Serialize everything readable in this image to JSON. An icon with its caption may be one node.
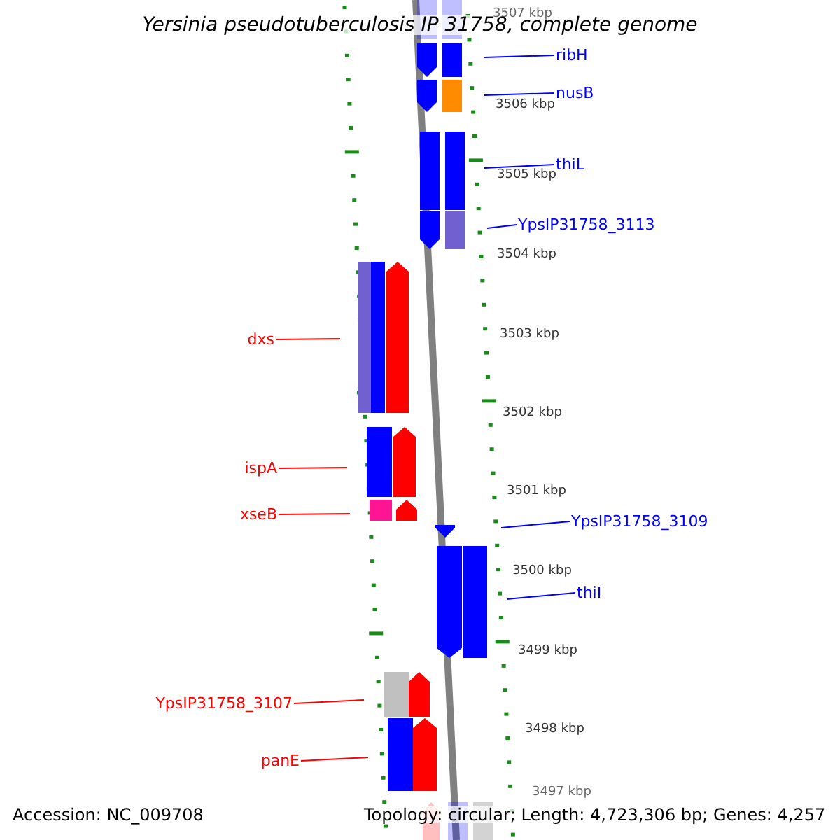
{
  "diagram": {
    "title": "Yersinia pseudotuberculosis IP 31758, complete genome",
    "nodes": [
      {
        "text": [
          "ribH"
        ]
      },
      {
        "text": [
          "nusB"
        ]
      },
      {
        "text": [
          "thiL"
        ]
      },
      {
        "text": [
          "YpsIP31758_3113"
        ]
      },
      {
        "text": [
          "dxs"
        ]
      },
      {
        "text": [
          "ispA"
        ]
      },
      {
        "text": [
          "xseB"
        ]
      },
      {
        "text": [
          "YpsIP31758_3109"
        ]
      },
      {
        "text": [
          "thiI"
        ]
      },
      {
        "text": [
          "YpsIP31758_3107"
        ]
      },
      {
        "text": [
          "panE"
        ]
      }
    ],
    "edges": [
      {
        "from": 0,
        "to": null,
        "arrow": "none"
      },
      {
        "from": 1,
        "to": null,
        "arrow": "none"
      },
      {
        "from": 2,
        "to": null,
        "arrow": "none"
      },
      {
        "from": 3,
        "to": null,
        "arrow": "none"
      },
      {
        "from": 4,
        "to": null,
        "arrow": "none",
        "color": "#ff0000"
      },
      {
        "from": 5,
        "to": null,
        "arrow": "none",
        "color": "#ff0000"
      },
      {
        "from": 6,
        "to": null,
        "arrow": "none",
        "color": "#ff0000"
      },
      {
        "from": 7,
        "to": null,
        "arrow": "none"
      },
      {
        "from": 8,
        "to": null,
        "arrow": "none"
      },
      {
        "from": 9,
        "to": null,
        "arrow": "none",
        "color": "#ff0000"
      },
      {
        "from": 10,
        "to": null,
        "arrow": "none",
        "color": "#ff0000"
      }
    ],
    "labels": [
      "3507 kbp",
      "3506 kbp",
      "3505 kbp",
      "3504 kbp",
      "3503 kbp",
      "3502 kbp",
      "3501 kbp",
      "3500 kbp",
      "3499 kbp",
      "3498 kbp",
      "3497 kbp",
      "Accession: NC_009708",
      "Topology: circular; Length: 4,723,306 bp; Genes: 4,257"
    ]
  }
}
